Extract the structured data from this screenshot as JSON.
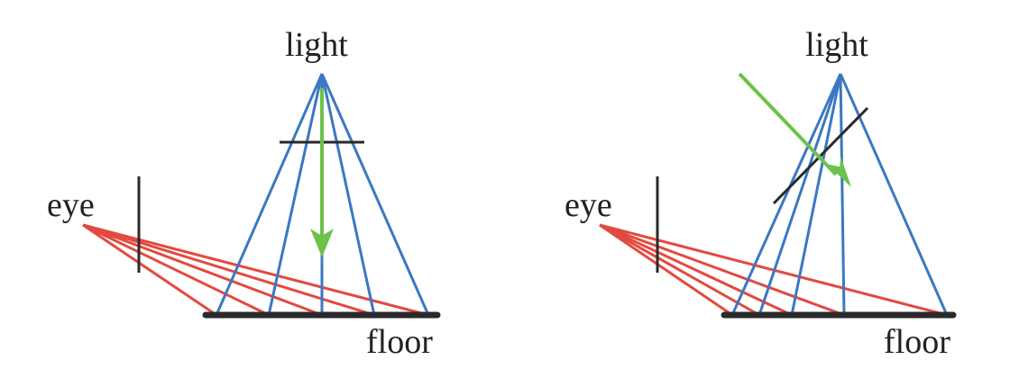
{
  "colors": {
    "ray_light": "#3b78c2",
    "ray_eye": "#e24a3f",
    "direction_arrow": "#6cc24a",
    "line_dark": "#2a2a2a",
    "text": "#222222"
  },
  "panels": [
    {
      "labels": {
        "light": "light",
        "eye": "eye",
        "floor": "floor"
      },
      "arrow_icon": "green-arrow-icon",
      "plane_icon": "image-plane-line"
    },
    {
      "labels": {
        "light": "light",
        "eye": "eye",
        "floor": "floor"
      },
      "arrow_icon": "green-arrow-icon",
      "plane_icon": "tilted-image-plane-line"
    }
  ]
}
